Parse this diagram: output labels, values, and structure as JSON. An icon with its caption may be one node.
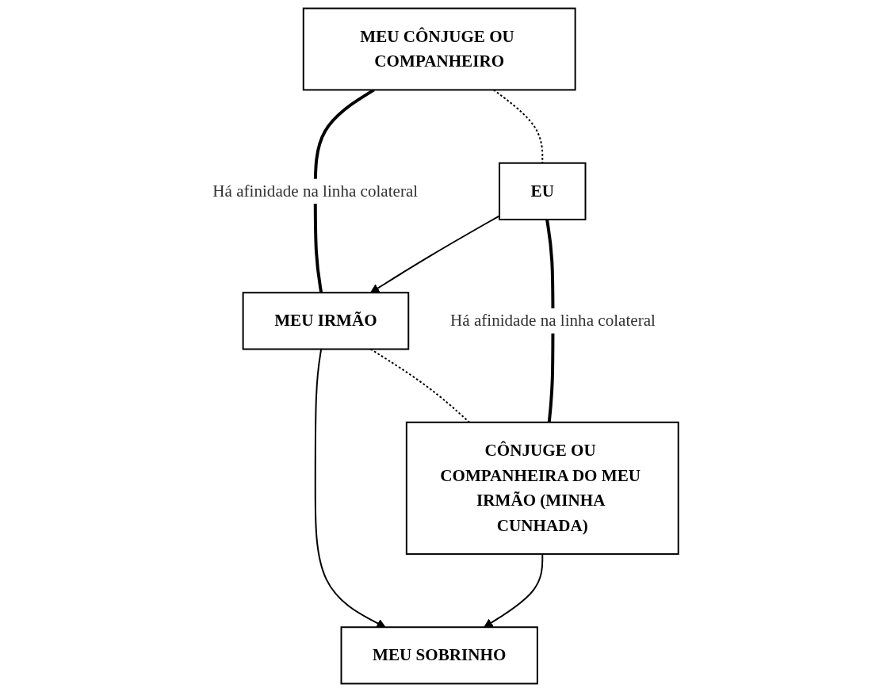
{
  "diagram": {
    "nodes": [
      {
        "text": [
          "MEU CÔNJUGE OU COMPANHEIRO"
        ]
      },
      {
        "text": [
          "MEU IRMÃO"
        ]
      },
      {
        "text": [
          "CÔNJUGE OU COMPANHEIRA DO MEU IRMÃO (MINHA CUNHADA)"
        ]
      },
      {
        "text": [
          "MEU SOBRINHO"
        ]
      },
      {
        "text": [
          "EU"
        ]
      }
    ],
    "edges": [
      {
        "from": 0,
        "to": 1,
        "arrow": "none",
        "style": "thick",
        "label": "Há afinidade na linha colateral"
      },
      {
        "from": 0,
        "to": 4,
        "arrow": "none",
        "style": "dashed"
      },
      {
        "from": 1,
        "to": 2,
        "arrow": "none",
        "style": "dashed"
      },
      {
        "from": 1,
        "to": 3,
        "arrow": "to"
      },
      {
        "from": 2,
        "to": 3,
        "arrow": "to"
      },
      {
        "from": 4,
        "to": 1,
        "arrow": "to"
      },
      {
        "from": 4,
        "to": 2,
        "arrow": "none",
        "style": "thick",
        "label": "Há afinidade na linha colateral"
      }
    ]
  }
}
